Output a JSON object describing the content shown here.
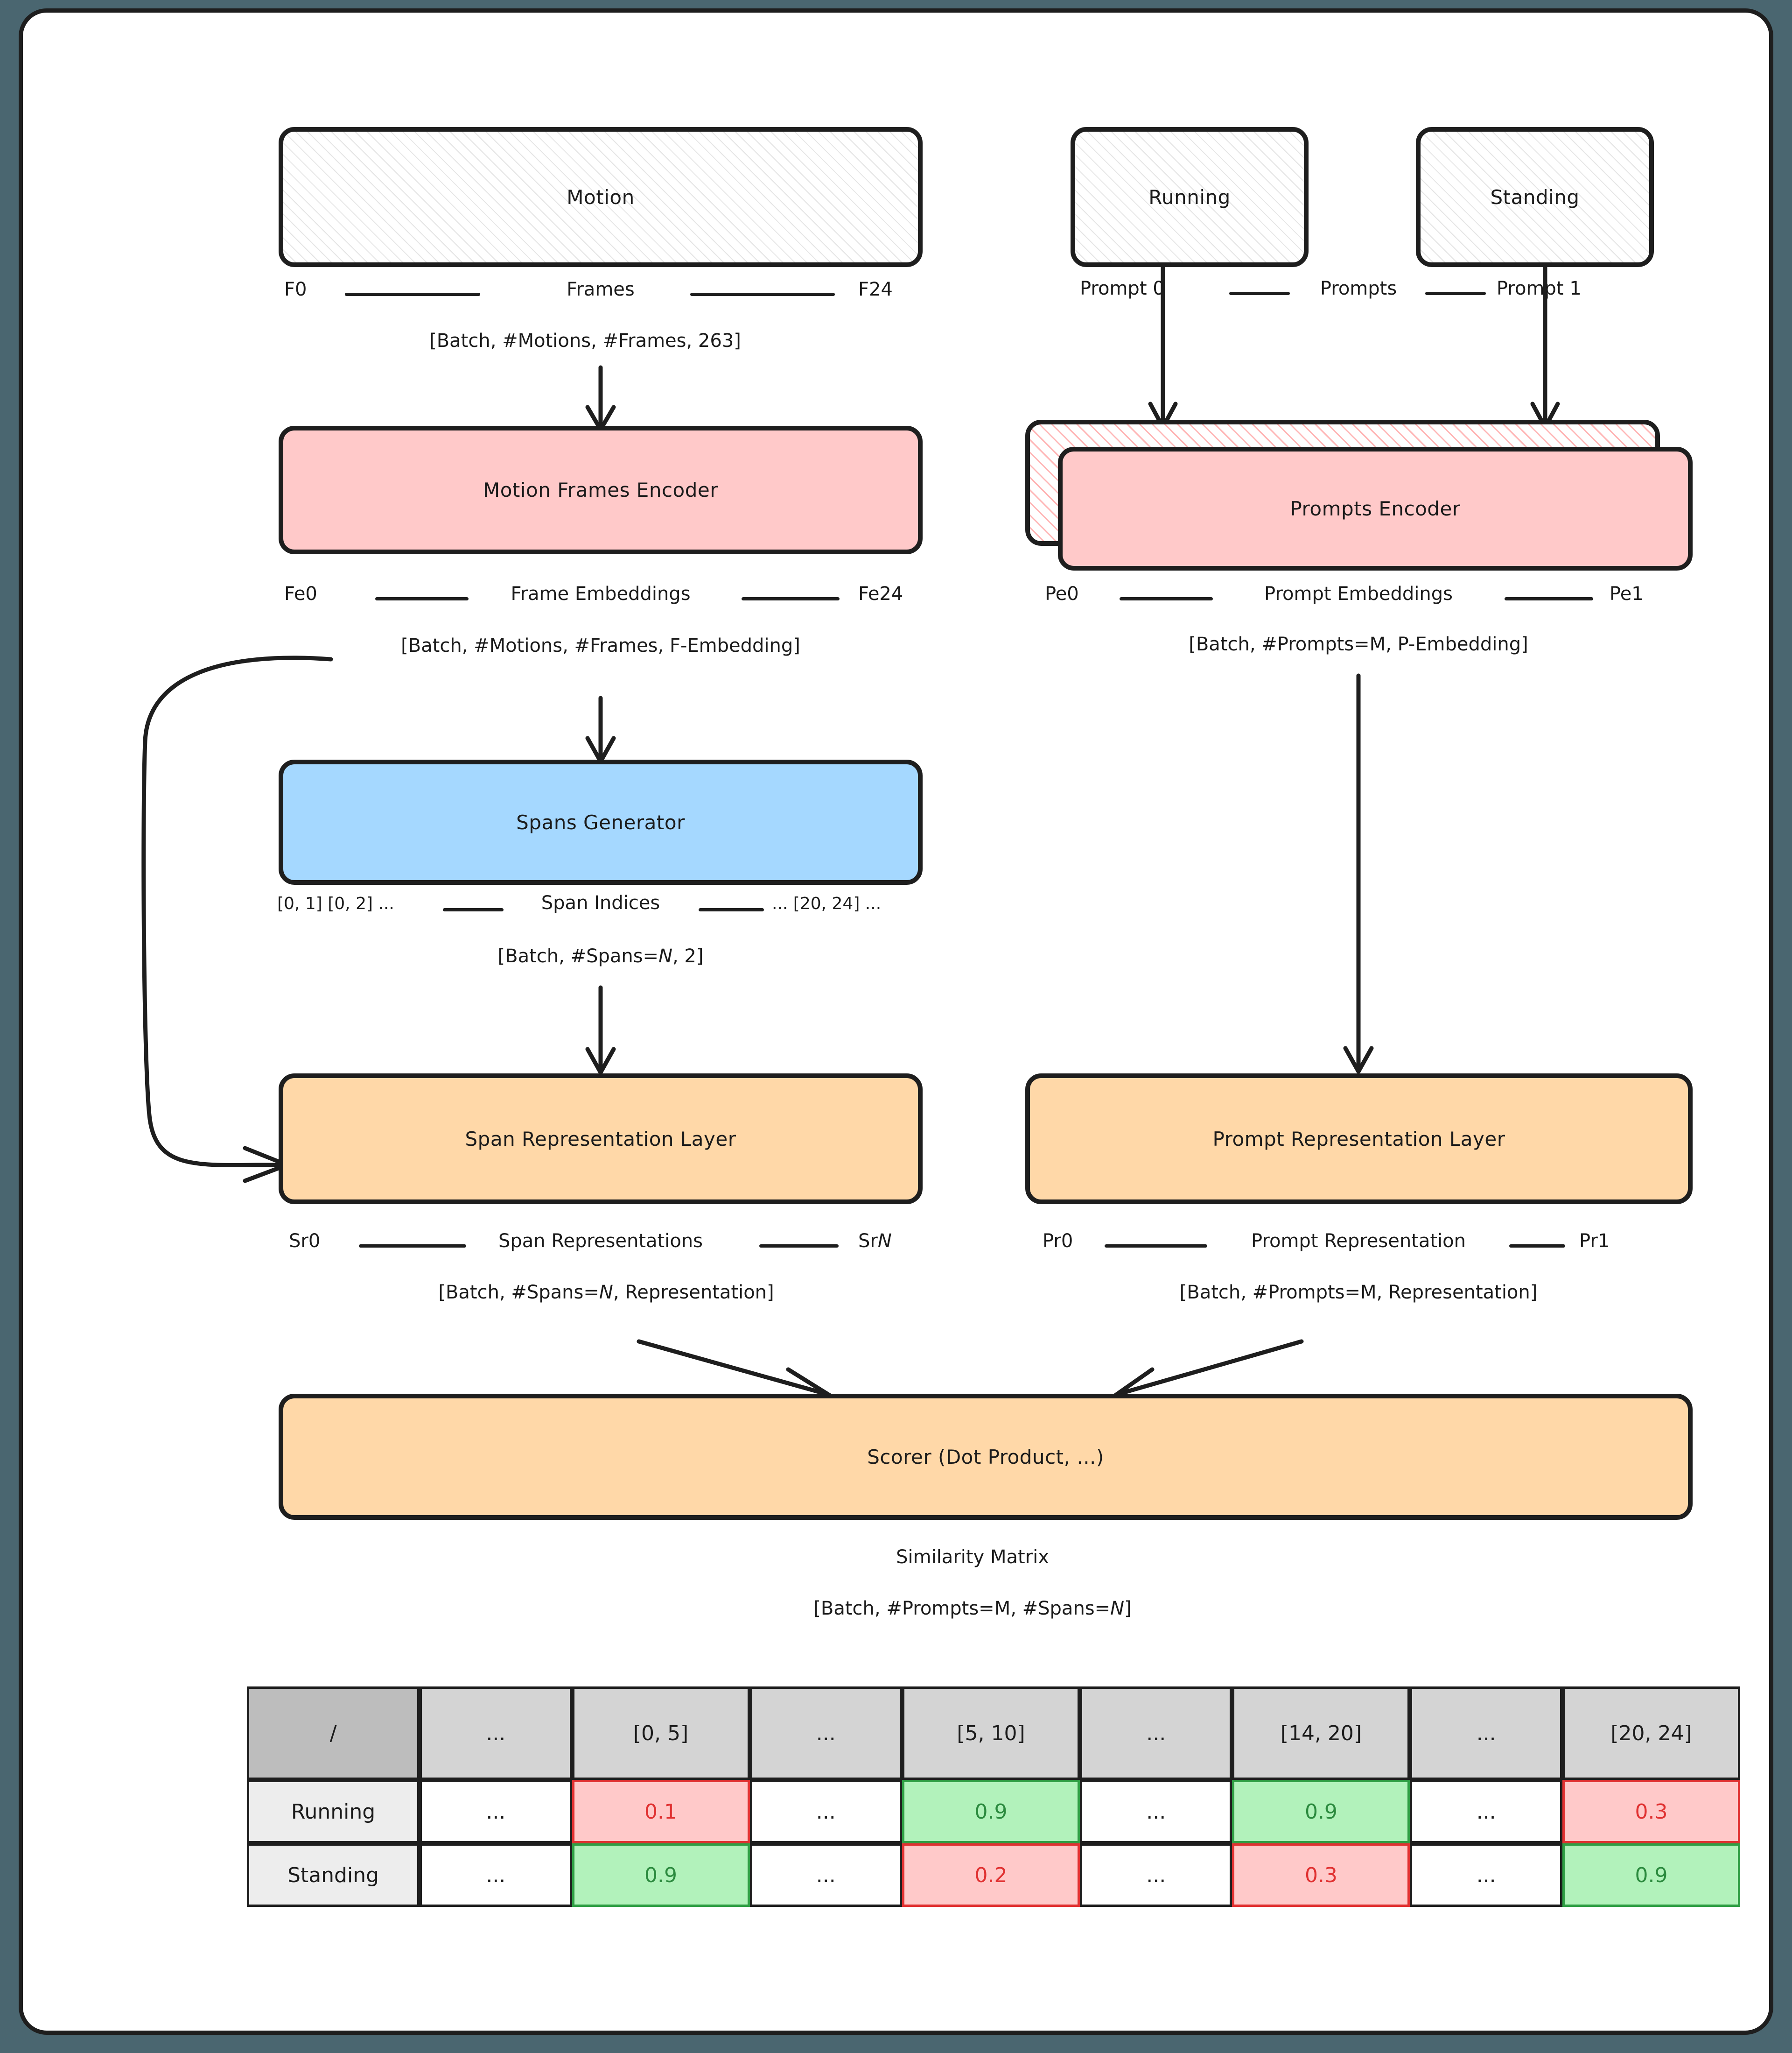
{
  "diagram": {
    "title": "Motion span / prompt matching architecture",
    "colors": {
      "background": "#4a6670",
      "card": "#ffffff",
      "stroke": "#1e1e1e",
      "encoder_pink": "#ffc9c9",
      "generator_blue": "#a5d8ff",
      "representation_orange": "#ffd8a8",
      "good_green": "#b2f2bb",
      "bad_red": "#ffc9c9"
    },
    "nodes": {
      "motion": "Motion",
      "running": "Running",
      "standing": "Standing",
      "motion_frames_encoder": "Motion Frames Encoder",
      "prompts_encoder": "Prompts Encoder",
      "spans_generator": "Spans Generator",
      "span_representation_layer": "Span Representation Layer",
      "prompt_representation_layer": "Prompt Representation Layer",
      "scorer": "Scorer (Dot Product, ...)"
    },
    "captions": {
      "frames_left": "F0",
      "frames_mid": "Frames",
      "frames_right": "F24",
      "frames_shape": "[Batch, #Motions, #Frames, 263]",
      "prompts_left": "Prompt 0",
      "prompts_mid": "Prompts",
      "prompts_right": "Prompt 1",
      "frame_emb_left": "Fe0",
      "frame_emb_mid": "Frame Embeddings",
      "frame_emb_right": "Fe24",
      "frame_emb_shape": "[Batch, #Motions, #Frames, F-Embedding]",
      "prompt_emb_left": "Pe0",
      "prompt_emb_mid": "Prompt Embeddings",
      "prompt_emb_right": "Pe1",
      "prompt_emb_shape": "[Batch, #Prompts=M, P-Embedding]",
      "span_idx_left": "[0, 1]  [0, 2]  ...",
      "span_idx_mid": "Span Indices",
      "span_idx_right": "...  [20, 24]  ...",
      "span_idx_shape_a": "[Batch, #Spans=",
      "span_idx_shape_n": "N",
      "span_idx_shape_b": ", 2]",
      "span_rep_left": "Sr0",
      "span_rep_mid": "Span Representations",
      "span_rep_right_a": "Sr",
      "span_rep_right_n": "N",
      "span_rep_shape_a": "[Batch, #Spans=",
      "span_rep_shape_n": "N",
      "span_rep_shape_b": ", Representation]",
      "prompt_rep_left": "Pr0",
      "prompt_rep_mid": "Prompt Representation",
      "prompt_rep_right": "Pr1",
      "prompt_rep_shape": "[Batch, #Prompts=M, Representation]",
      "similarity_title": "Similarity Matrix",
      "similarity_shape_a": "[Batch, #Prompts=M, #Spans=",
      "similarity_shape_n": "N",
      "similarity_shape_b": "]"
    },
    "matrix": {
      "corner": "/",
      "columns": [
        "...",
        "[0, 5]",
        "...",
        "[5, 10]",
        "...",
        "[14, 20]",
        "...",
        "[20, 24]"
      ],
      "rows": [
        {
          "label": "Running",
          "cells": [
            {
              "text": "...",
              "state": "plain"
            },
            {
              "text": "0.1",
              "state": "bad"
            },
            {
              "text": "...",
              "state": "plain"
            },
            {
              "text": "0.9",
              "state": "good"
            },
            {
              "text": "...",
              "state": "plain"
            },
            {
              "text": "0.9",
              "state": "good"
            },
            {
              "text": "...",
              "state": "plain"
            },
            {
              "text": "0.3",
              "state": "bad"
            }
          ]
        },
        {
          "label": "Standing",
          "cells": [
            {
              "text": "...",
              "state": "plain"
            },
            {
              "text": "0.9",
              "state": "good"
            },
            {
              "text": "...",
              "state": "plain"
            },
            {
              "text": "0.2",
              "state": "bad"
            },
            {
              "text": "...",
              "state": "plain"
            },
            {
              "text": "0.3",
              "state": "bad"
            },
            {
              "text": "...",
              "state": "plain"
            },
            {
              "text": "0.9",
              "state": "good"
            }
          ]
        }
      ]
    }
  }
}
